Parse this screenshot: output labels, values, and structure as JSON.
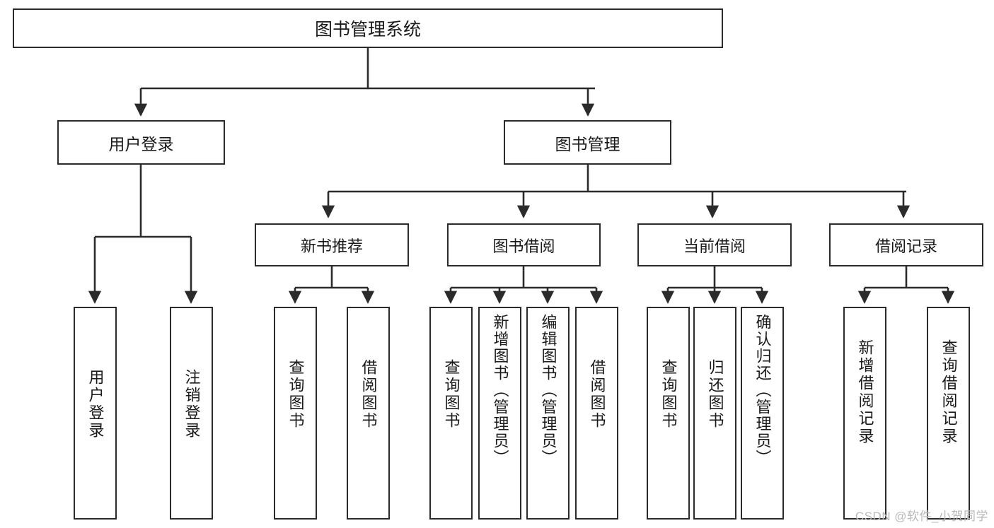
{
  "diagram": {
    "title": "图书管理系统",
    "type": "tree-hierarchy-chart",
    "orientation": "top-down",
    "colors": {
      "box_border": "#2b2b2b",
      "box_fill": "#ffffff",
      "connector": "#2b2b2b",
      "text": "#1a1a1a",
      "watermark": "#b9b9b9",
      "background": "#ffffff"
    }
  },
  "root": {
    "label": "图书管理系统"
  },
  "level1": [
    {
      "label": "用户登录"
    },
    {
      "label": "图书管理"
    }
  ],
  "level2": [
    {
      "label": "新书推荐"
    },
    {
      "label": "图书借阅"
    },
    {
      "label": "当前借阅"
    },
    {
      "label": "借阅记录"
    }
  ],
  "leaves": {
    "user_login": [
      {
        "label": "用户登录"
      },
      {
        "label": "注销登录"
      }
    ],
    "new_book_recommend": [
      {
        "label": "查询图书"
      },
      {
        "label": "借阅图书"
      }
    ],
    "book_borrow": [
      {
        "label": "查询图书"
      },
      {
        "label": "新增图书（管理员）"
      },
      {
        "label": "编辑图书（管理员）"
      },
      {
        "label": "借阅图书"
      }
    ],
    "current_borrow": [
      {
        "label": "查询图书"
      },
      {
        "label": "归还图书"
      },
      {
        "label": "确认归还（管理员）"
      }
    ],
    "borrow_record": [
      {
        "label": "新增借阅记录"
      },
      {
        "label": "查询借阅记录"
      }
    ]
  },
  "watermark": {
    "text": "CSDN @软件_小贺同学"
  }
}
